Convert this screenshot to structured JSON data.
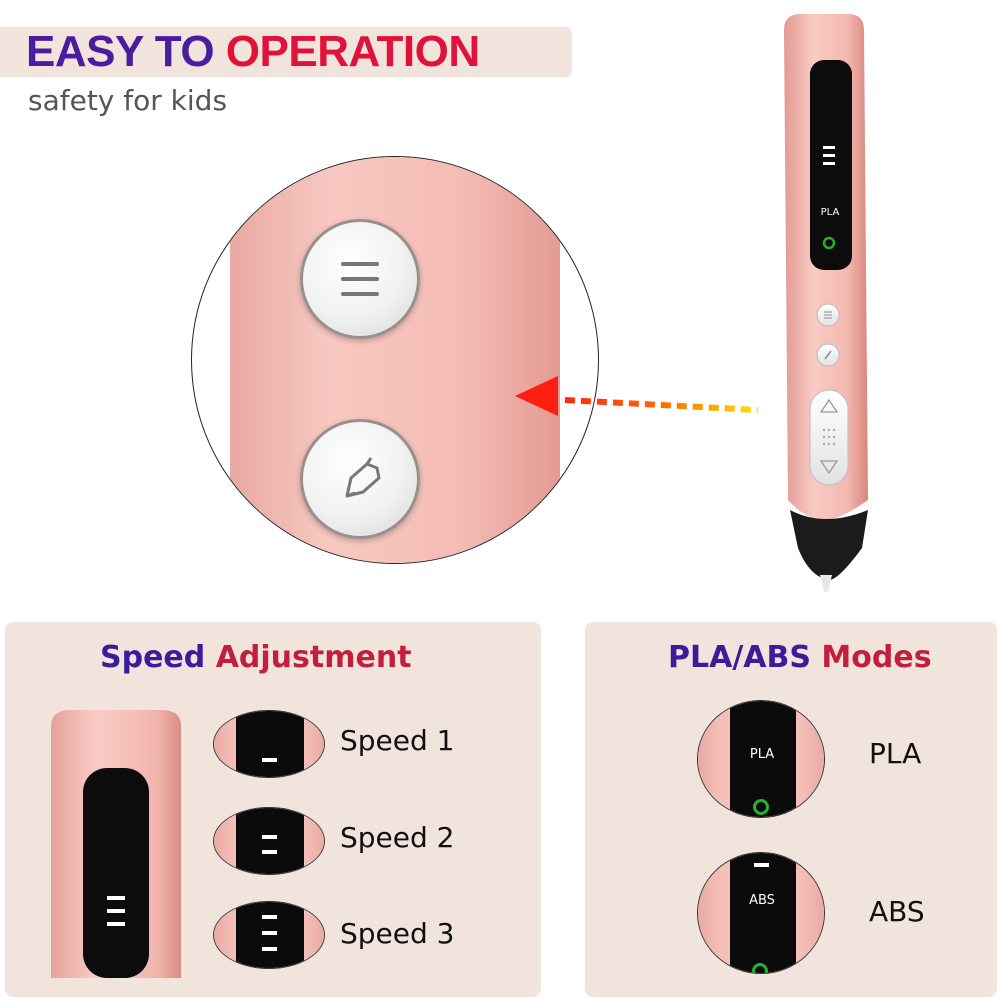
{
  "header": {
    "title_part1": "EASY TO ",
    "title_part2": "OPERATION",
    "subtitle": "safety for kids"
  },
  "pen_display": {
    "mode_label": "PLA"
  },
  "speed_panel": {
    "title_part1": "Speed ",
    "title_part2": "Adjustment",
    "items": [
      {
        "label": "Speed 1",
        "level": 1
      },
      {
        "label": "Speed 2",
        "level": 2
      },
      {
        "label": "Speed 3",
        "level": 3
      }
    ]
  },
  "mode_panel": {
    "title_part1": "PLA/ABS ",
    "title_part2": "Modes",
    "items": [
      {
        "display": "PLA",
        "label": "PLA"
      },
      {
        "display": "ABS",
        "label": "ABS"
      }
    ]
  },
  "colors": {
    "purple": "#4b1d9e",
    "red": "#e0123a",
    "pen_pink": "#f4bfb8",
    "panel_bg": "#f0e4dc",
    "led_green": "#21b32b"
  },
  "icons": [
    "menu-lines-icon",
    "pencil-icon",
    "arrow-up-icon",
    "arrow-down-icon",
    "led-ring-icon"
  ]
}
